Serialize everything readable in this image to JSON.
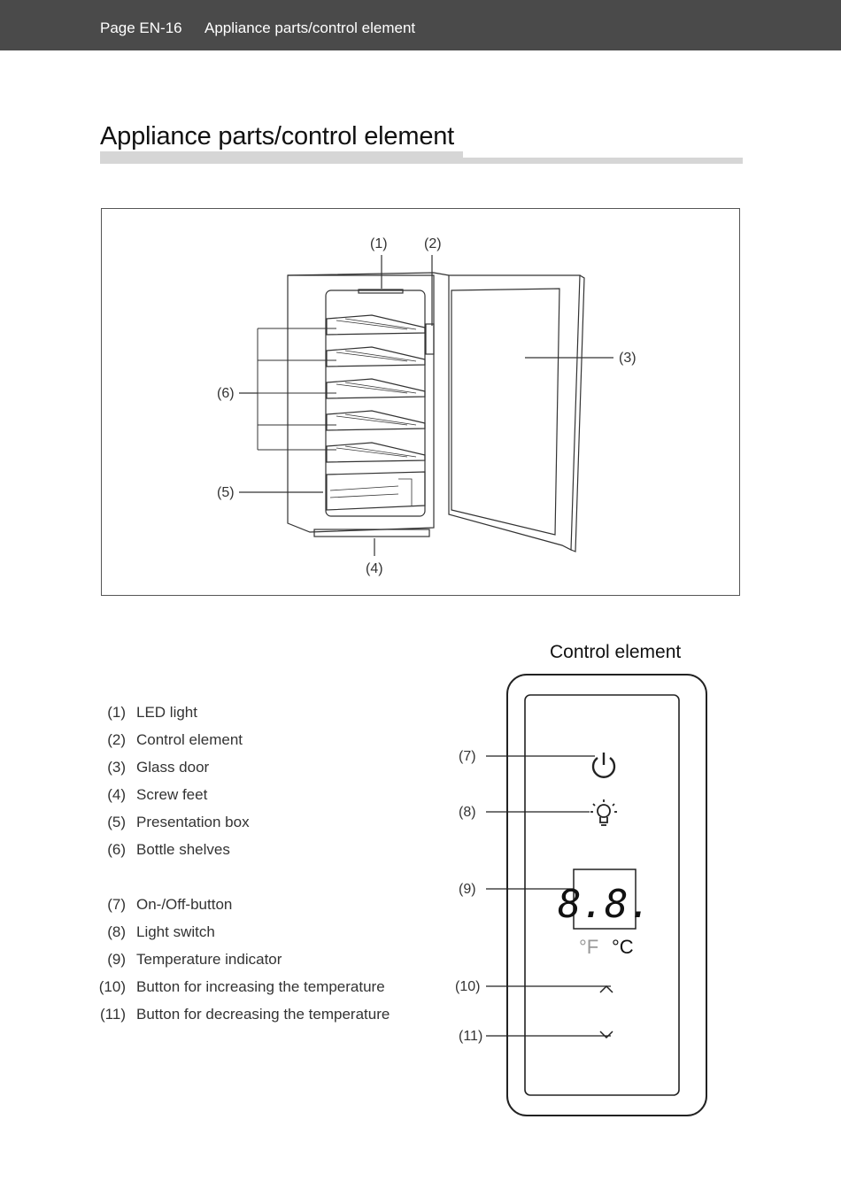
{
  "header": {
    "page": "Page EN-16",
    "title": "Appliance parts/control element"
  },
  "page_title": "Appliance parts/control element",
  "figure": {
    "callouts": [
      "(1)",
      "(2)",
      "(3)",
      "(4)",
      "(5)",
      "(6)"
    ]
  },
  "control_element": {
    "title": "Control element",
    "callouts": [
      "(7)",
      "(8)",
      "(9)",
      "(10)",
      "(11)"
    ],
    "display": "8.8.",
    "unit_f": "°F",
    "unit_c": "°C"
  },
  "legend": [
    {
      "num": "(1)",
      "text": "LED light"
    },
    {
      "num": "(2)",
      "text": "Control element"
    },
    {
      "num": "(3)",
      "text": "Glass door"
    },
    {
      "num": "(4)",
      "text": "Screw feet"
    },
    {
      "num": "(5)",
      "text": "Presentation box"
    },
    {
      "num": "(6)",
      "text": "Bottle shelves"
    },
    {
      "num": "(7)",
      "text": "On-/Off-button"
    },
    {
      "num": "(8)",
      "text": "Light switch"
    },
    {
      "num": "(9)",
      "text": "Temperature indicator"
    },
    {
      "num": "(10)",
      "text": "Button for increasing the temperature"
    },
    {
      "num": "(11)",
      "text": "Button for decreasing the temperature"
    }
  ],
  "icons": {
    "power": "power-icon",
    "light": "light-bulb-icon",
    "up": "chevron-up-icon",
    "down": "chevron-down-icon"
  }
}
